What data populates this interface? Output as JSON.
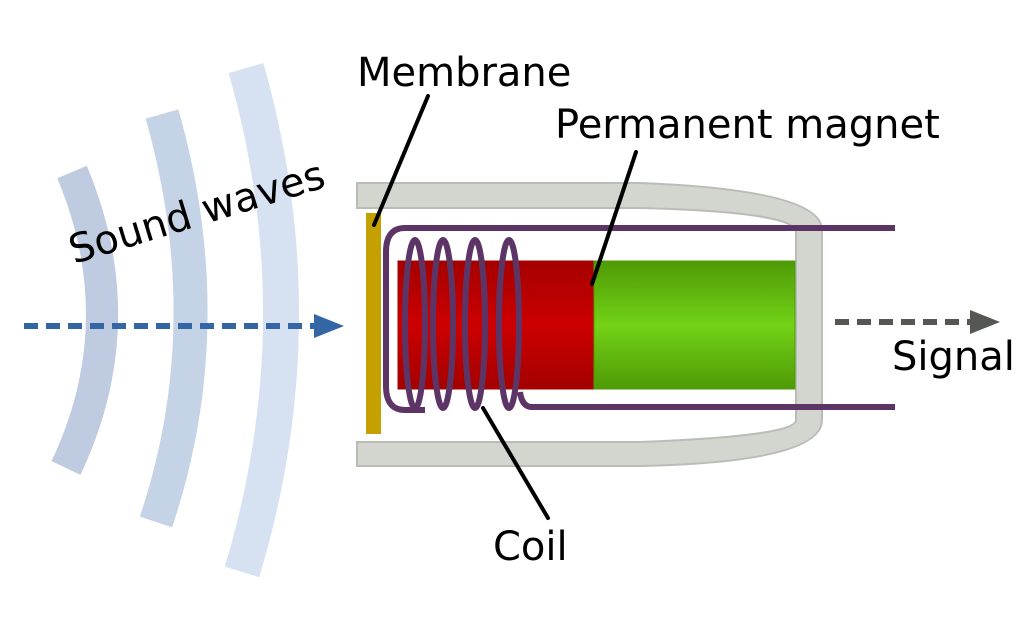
{
  "labels": {
    "sound_waves": "Sound waves",
    "membrane": "Membrane",
    "permanent_magnet": "Permanent magnet",
    "coil": "Coil",
    "signal": "Signal"
  },
  "colors": {
    "background": "#ffffff",
    "wave_dark": "#bfcbe0",
    "wave_mid": "#c5d3e6",
    "wave_light": "#d6e2f2",
    "housing_fill": "#d3d6cf",
    "housing_stroke": "#babdb6",
    "membrane": "#c4a000",
    "coil": "#5c3566",
    "magnet_red": "#cc0000",
    "magnet_red_dark": "#a40000",
    "magnet_green": "#73d216",
    "magnet_green_dark": "#4e9a06",
    "input_arrow": "#3465a4",
    "output_arrow": "#555753",
    "text": "#000000"
  }
}
